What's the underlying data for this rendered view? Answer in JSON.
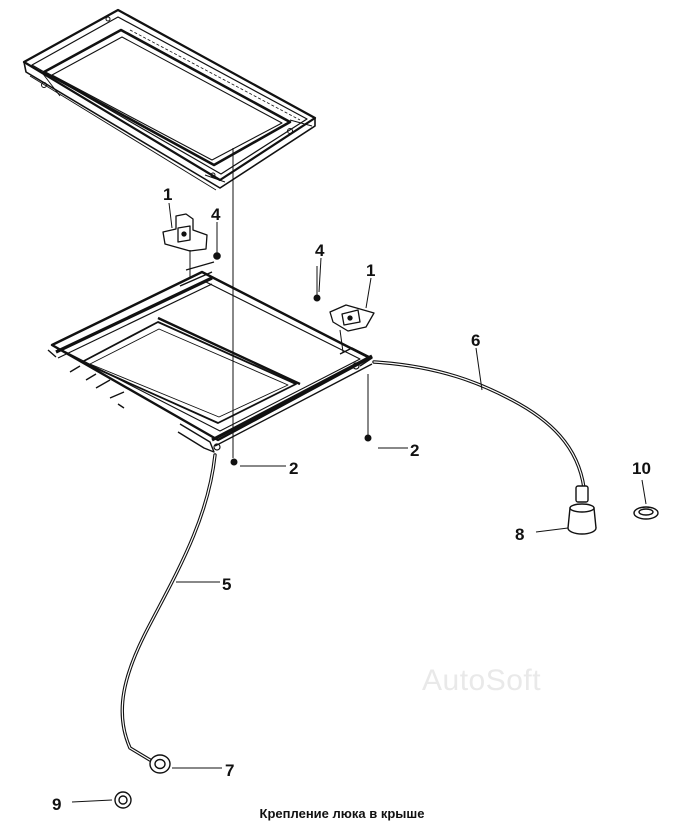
{
  "caption": "Крепление люка в крыше",
  "watermark": "AutoSoft",
  "callouts": {
    "c1a": "1",
    "c4a": "4",
    "c4b": "4",
    "c1b": "1",
    "c6": "6",
    "c2a": "2",
    "c2b": "2",
    "c10": "10",
    "c8": "8",
    "c5": "5",
    "c7": "7",
    "c9": "9"
  }
}
